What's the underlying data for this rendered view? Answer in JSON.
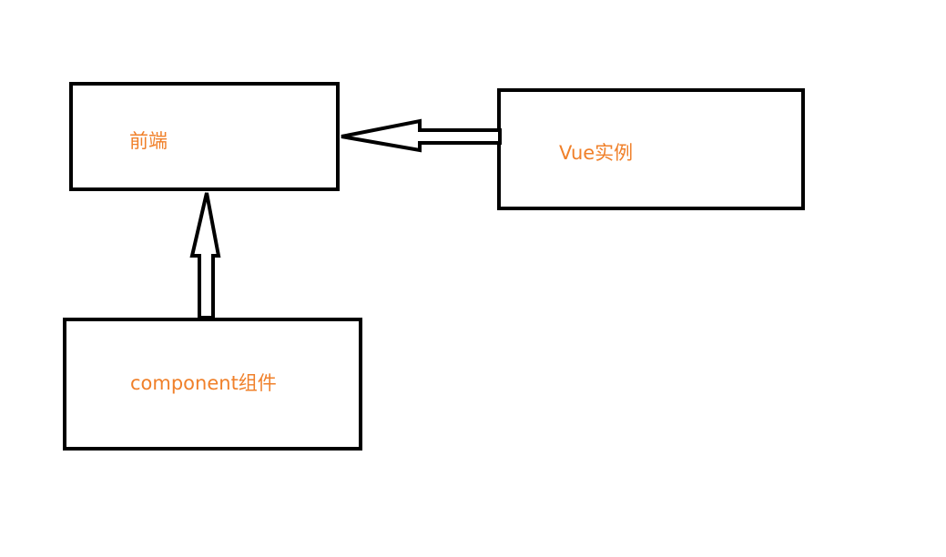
{
  "diagram": {
    "nodes": {
      "frontend": {
        "label": "前端"
      },
      "vue_instance": {
        "label": "Vue实例"
      },
      "component": {
        "label": "component组件"
      }
    },
    "edges": [
      {
        "from": "vue_instance",
        "to": "frontend",
        "style": "hollow-block-arrow"
      },
      {
        "from": "component",
        "to": "frontend",
        "style": "hollow-block-arrow"
      }
    ],
    "colors": {
      "label_text": "#f0802a",
      "border": "#000000",
      "background": "#ffffff"
    }
  }
}
